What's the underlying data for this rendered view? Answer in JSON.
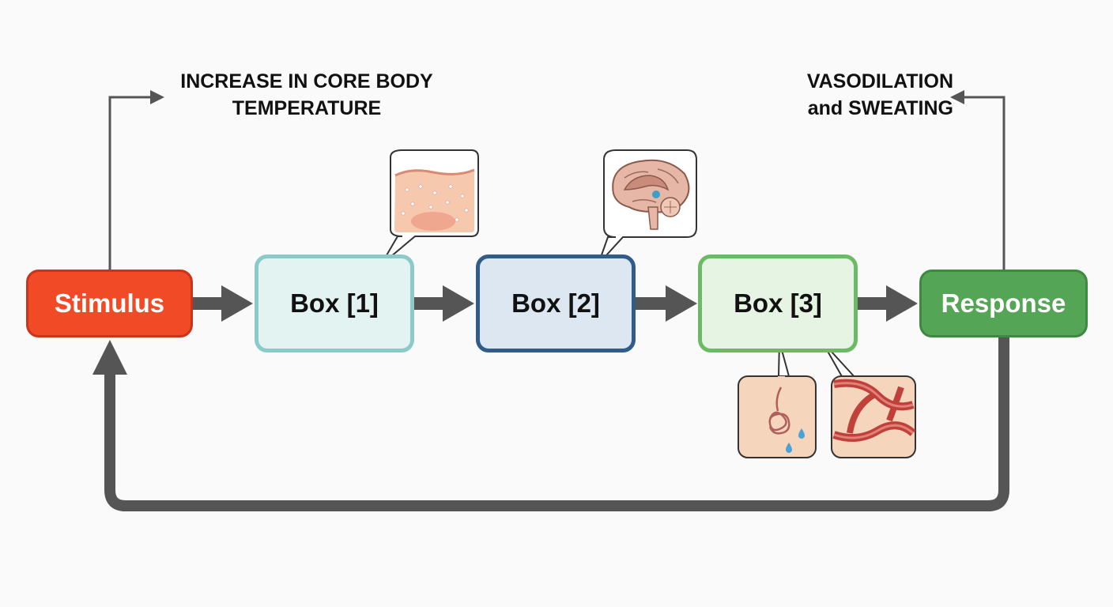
{
  "nodes": {
    "stimulus": "Stimulus",
    "box1": "Box [1]",
    "box2": "Box [2]",
    "box3": "Box [3]",
    "response": "Response"
  },
  "annotations": {
    "stimulus_detail": [
      "INCREASE IN CORE BODY",
      "TEMPERATURE"
    ],
    "response_detail": [
      "VASODILATION",
      "and SWEATING"
    ]
  },
  "colors": {
    "stimulus": "#f04a26",
    "box1_border": "#8ccaca",
    "box2_border": "#2f5d88",
    "box3_border": "#6dba66",
    "response": "#55a556",
    "arrows": "#555555"
  },
  "illustrations": [
    "skin-sweat-icon",
    "brain-icon",
    "sweat-gland-icon",
    "blood-vessel-icon"
  ]
}
